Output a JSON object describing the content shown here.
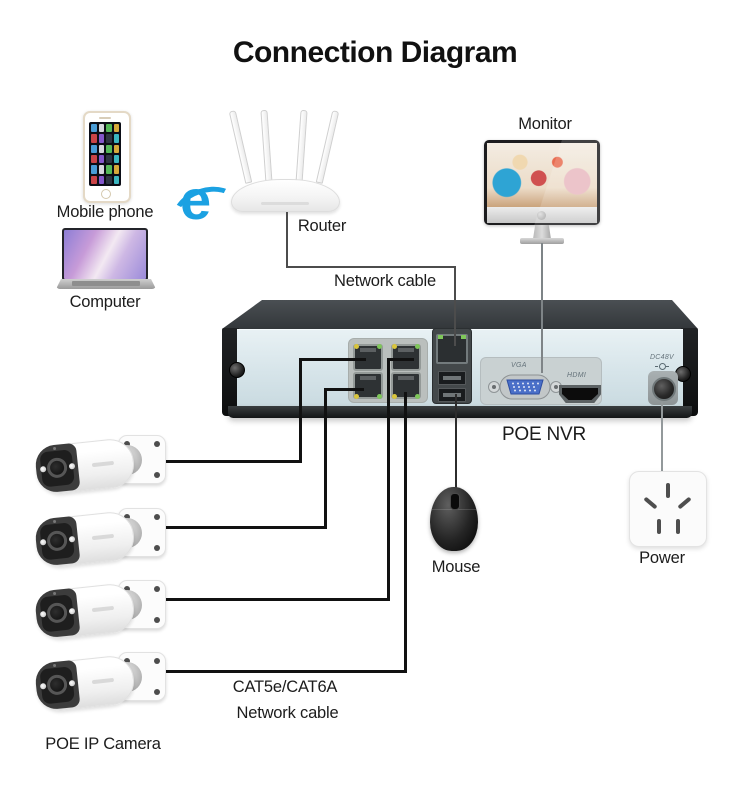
{
  "title": "Connection Diagram",
  "labels": {
    "mobile_phone": "Mobile phone",
    "computer": "Computer",
    "router": "Router",
    "monitor": "Monitor",
    "network_cable": "Network cable",
    "poe_nvr": "POE NVR",
    "mouse": "Mouse",
    "power": "Power",
    "cat_cable_line1": "CAT5e/CAT6A",
    "cat_cable_line2": "Network cable",
    "poe_ip_camera": "POE IP Camera"
  },
  "nvr": {
    "vga_label": "VGA",
    "hdmi_label": "HDMI",
    "dc_label": "DC48V"
  },
  "colors": {
    "ie_blue": "#1ba1e2",
    "connection_line": "#111111",
    "nvr_top": "#42474b",
    "nvr_front_panel": "#d6e4e9",
    "led_yellow": "#d9c53d",
    "led_green": "#7fc75a",
    "vga_blue": "#4a6fc8"
  }
}
